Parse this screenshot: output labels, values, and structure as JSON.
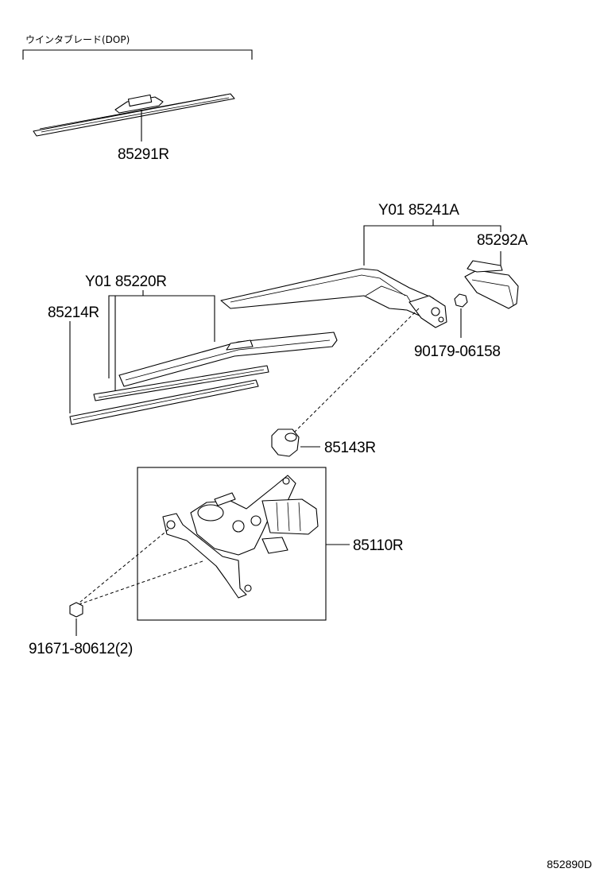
{
  "note": {
    "text": "ウインタブレード(DOP)"
  },
  "parts": {
    "p85291R": "85291R",
    "p85241A": "Y01 85241A",
    "p85292A": "85292A",
    "p90179": "90179-06158",
    "p85220R": "Y01 85220R",
    "p85214R": "85214R",
    "p85143R": "85143R",
    "p85110R": "85110R",
    "p91671": "91671-80612(2)"
  },
  "reference_code": "852890D"
}
